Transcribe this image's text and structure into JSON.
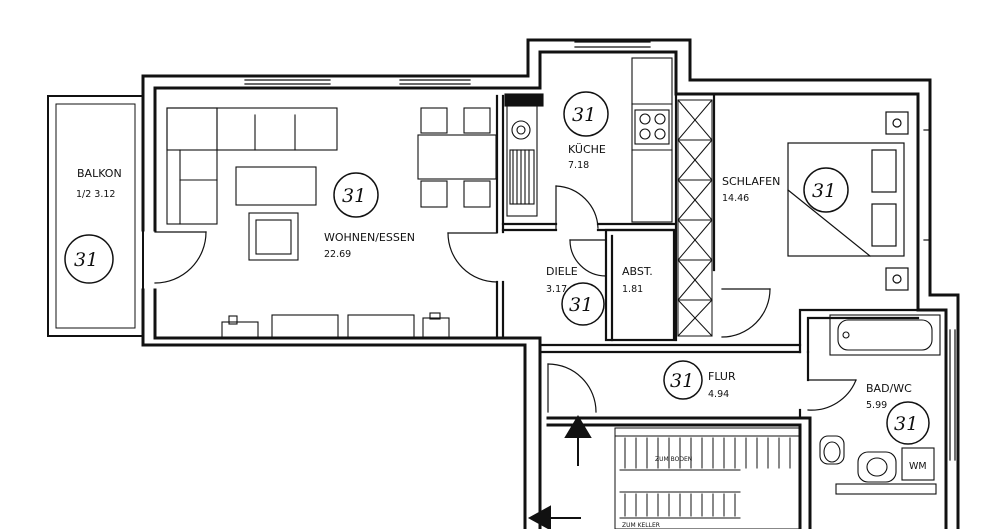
{
  "rooms": {
    "balkon": {
      "name": "BALKON",
      "area": "1/2  3.12"
    },
    "wohnen": {
      "name": "WOHNEN/ESSEN",
      "area": "22.69"
    },
    "kueche": {
      "name": "KÜCHE",
      "area": "7.18"
    },
    "schlafen": {
      "name": "SCHLAFEN",
      "area": "14.46"
    },
    "diele": {
      "name": "DIELE",
      "area": "3.17"
    },
    "abst": {
      "name": "ABST.",
      "area": "1.81"
    },
    "flur": {
      "name": "FLUR",
      "area": "4.94"
    },
    "bad": {
      "name": "BAD/WC",
      "area": "5.99"
    }
  },
  "fixtures": {
    "wm": "WM"
  },
  "unit_marks": {
    "balkon": "31",
    "wohnen": "31",
    "kueche": "31",
    "schlafen": "31",
    "diele": "31",
    "flur": "31",
    "bad": "31"
  },
  "stair": {
    "label_top": "ZUM BODEN",
    "label_bottom": "ZUM KELLER"
  },
  "colors": {
    "ink": "#111111",
    "paper": "#ffffff"
  }
}
